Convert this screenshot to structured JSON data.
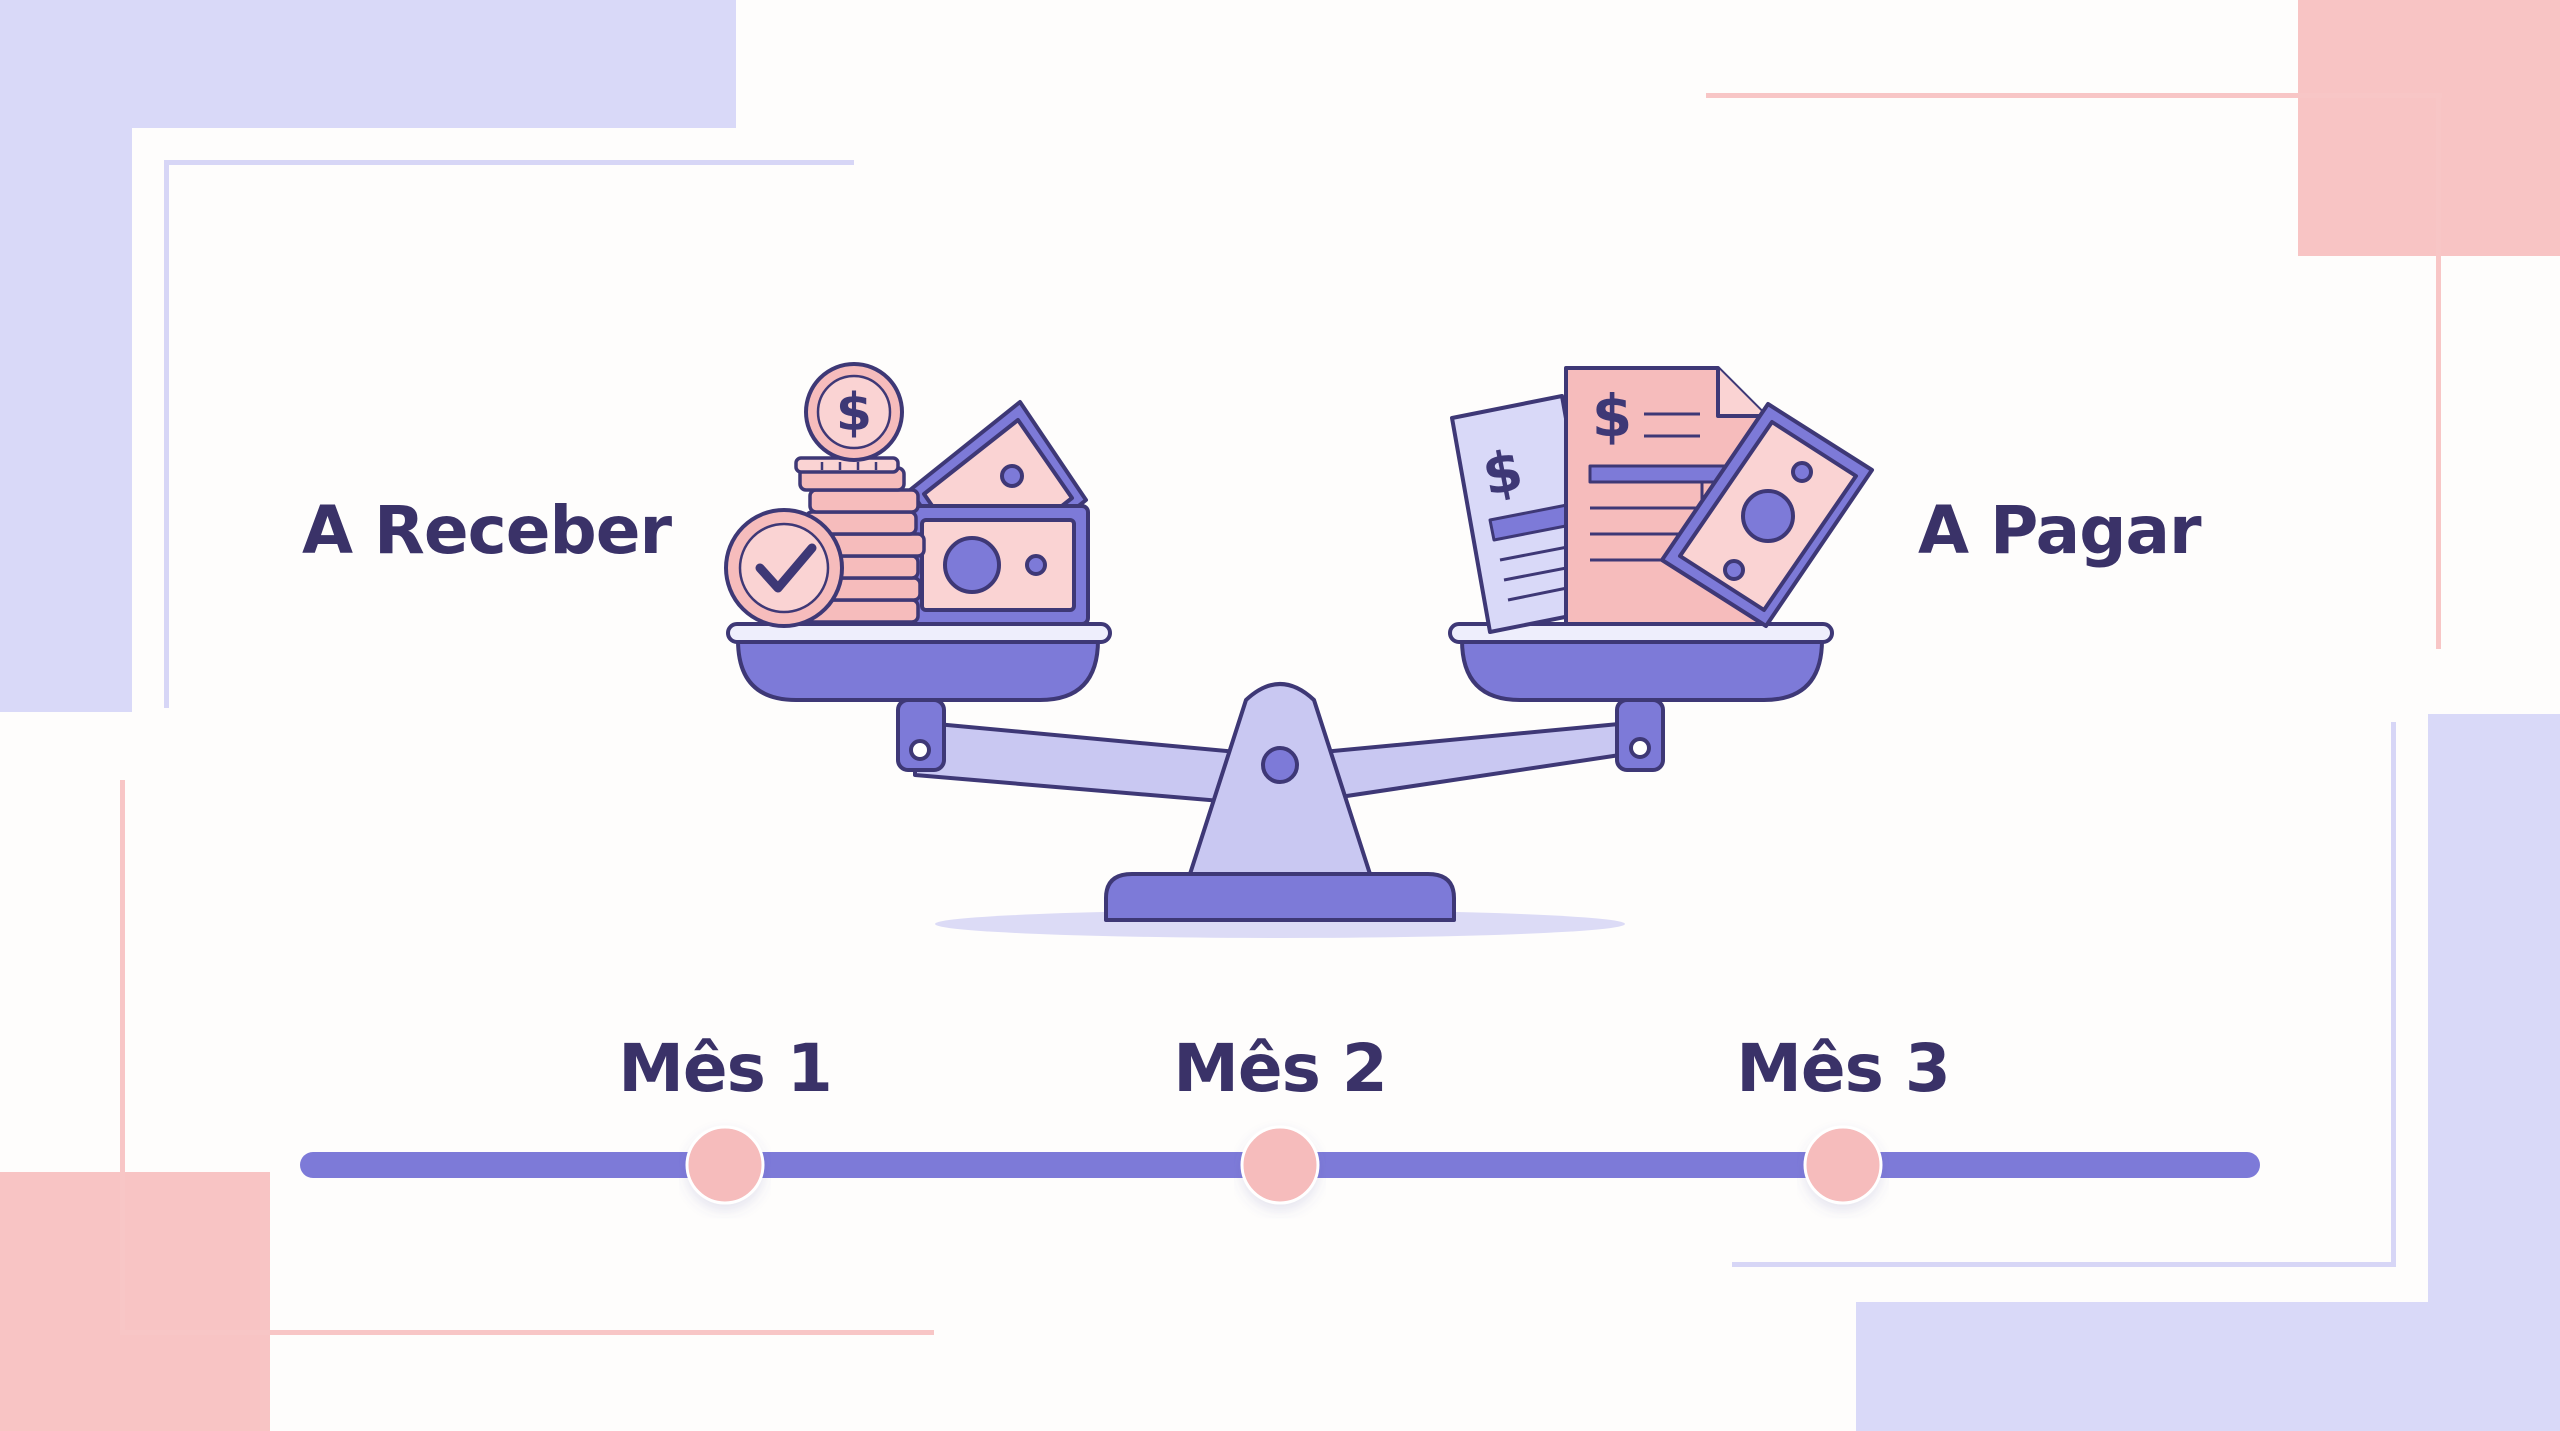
{
  "labels": {
    "receivable": "A Receber",
    "payable": "A Pagar"
  },
  "timeline": {
    "months": [
      "Mês 1",
      "Mês 2",
      "Mês 3"
    ]
  },
  "icons": {
    "left_pan": [
      "coin-stack-icon",
      "dollar-coin-icon",
      "check-coin-icon",
      "banknote-icon"
    ],
    "right_pan": [
      "invoice-document-icon",
      "bill-document-icon",
      "banknote-icon"
    ],
    "center": "balance-scale-icon"
  },
  "colors": {
    "primary_purple": "#7d7ad8",
    "light_purple": "#c9c8f2",
    "pale_purple": "#d9d9f8",
    "accent_pink": "#f6bcbc",
    "pale_pink": "#fad3d3",
    "outline": "#3e3876",
    "text": "#3a3268",
    "background": "#fefdfc"
  }
}
